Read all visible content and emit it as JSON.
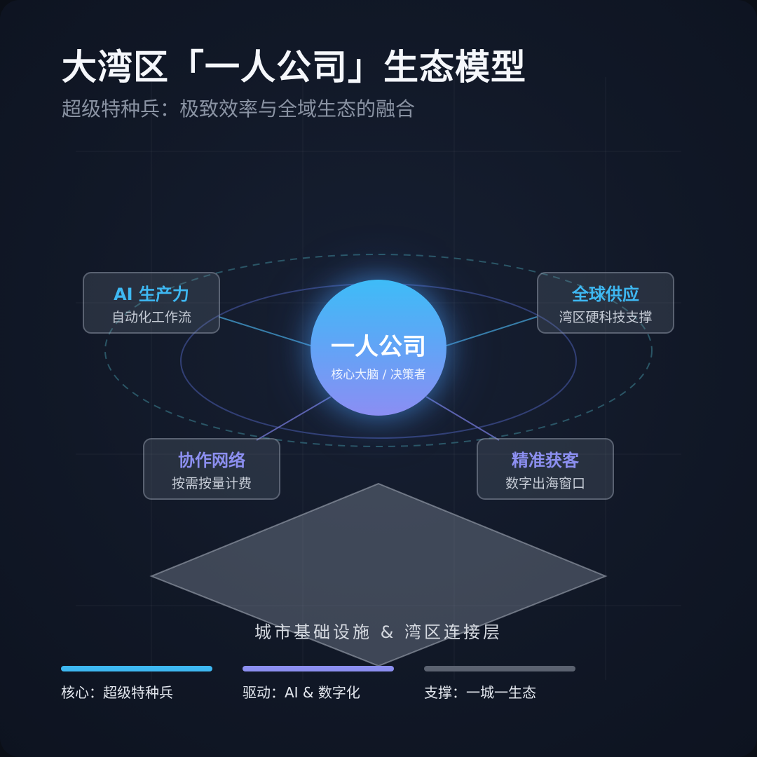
{
  "title": "大湾区「一人公司」生态模型",
  "subtitle": "超级特种兵：极致效率与全域生态的融合",
  "center": {
    "title": "一人公司",
    "subtitle": "核心大脑 / 决策者"
  },
  "nodes": [
    {
      "title": "AI 生产力",
      "subtitle": "自动化工作流",
      "color": "#3eb8f2"
    },
    {
      "title": "全球供应",
      "subtitle": "湾区硬科技支撑",
      "color": "#3eb8f2"
    },
    {
      "title": "协作网络",
      "subtitle": "按需按量计费",
      "color": "#8c8ff0"
    },
    {
      "title": "精准获客",
      "subtitle": "数字出海窗口",
      "color": "#8c8ff0"
    }
  ],
  "base": {
    "label": "城市基础设施 & 湾区连接层"
  },
  "legend": [
    {
      "label": "核心：超级特种兵",
      "color": "#3eb8f2"
    },
    {
      "label": "驱动：AI & 数字化",
      "color": "#8c8ff0"
    },
    {
      "label": "支撑：一城一生态",
      "color": "#5b6270"
    }
  ]
}
